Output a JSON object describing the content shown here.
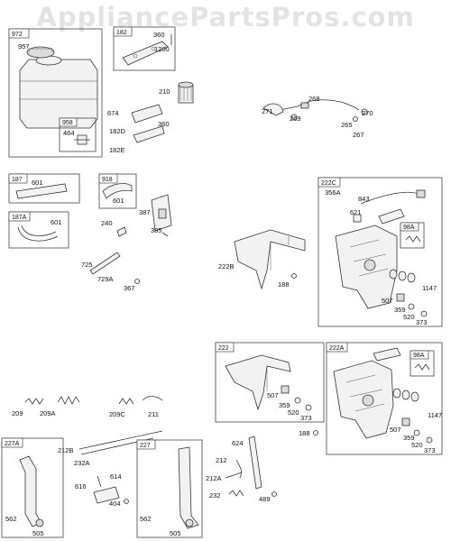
{
  "watermark": "AppliancePartsPros.com",
  "tags": {
    "t972": "972",
    "t182": "182",
    "t958": "958",
    "t187": "187",
    "t918": "918",
    "t187A": "187A",
    "t222C": "222C",
    "t98A_1": "98A",
    "t222": "222",
    "t222A": "222A",
    "t98A_2": "98A",
    "t227A": "227A",
    "t227": "227"
  },
  "labels": {
    "l957": "957",
    "l360a": "360",
    "l1200": "1200",
    "l210": "210",
    "l464": "464",
    "l674": "674",
    "l182D": "182D",
    "l360b": "360",
    "l182E": "182E",
    "l268": "268",
    "l271": "271",
    "l269": "269",
    "l270": "270",
    "l265": "265",
    "l267": "267",
    "l601a": "601",
    "l601b": "601",
    "l601c": "601",
    "l240": "240",
    "l387": "387",
    "l385": "385",
    "l356A": "356A",
    "l843": "843",
    "l621": "621",
    "l222B": "222B",
    "l188a": "188",
    "l725": "725",
    "l729A": "729A",
    "l367": "367",
    "l1147a": "1147",
    "l507a": "507",
    "l359a": "359",
    "l520a": "520",
    "l373a": "373",
    "l507b": "507",
    "l359b": "359",
    "l520b": "520",
    "l373b": "373",
    "l1147b": "1147",
    "l507c": "507",
    "l359c": "359",
    "l520c": "520",
    "l373c": "373",
    "l188b": "188",
    "l209": "209",
    "l209A": "209A",
    "l209C": "209C",
    "l211": "211",
    "l212B": "212B",
    "l232A": "232A",
    "l614": "614",
    "l616": "616",
    "l404": "404",
    "l624": "624",
    "l212": "212",
    "l212A": "212A",
    "l232": "232",
    "l489": "489",
    "l562a": "562",
    "l505a": "505",
    "l562b": "562",
    "l505b": "505"
  }
}
